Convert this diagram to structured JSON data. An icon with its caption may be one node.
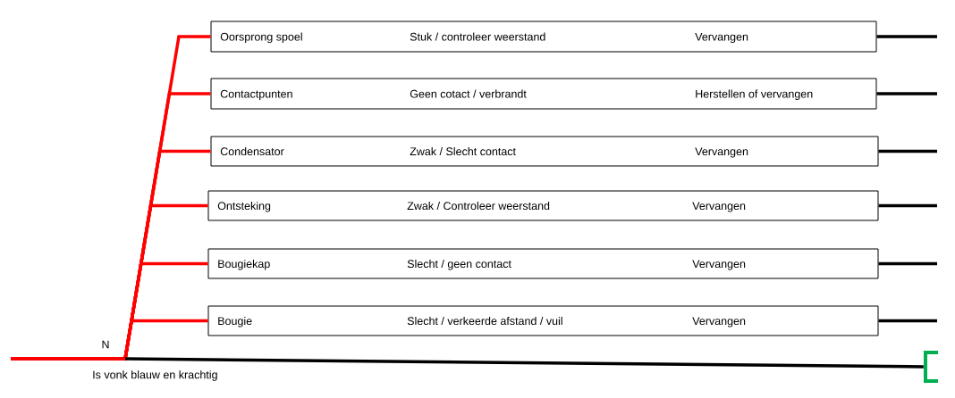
{
  "diagram": {
    "nodes": [
      {
        "text": [
          "Oorsprong spoel",
          "Stuk / controleer weerstand",
          "Vervangen"
        ]
      },
      {
        "text": [
          "Contactpunten",
          "Geen cotact / verbrandt",
          "Herstellen of vervangen"
        ]
      },
      {
        "text": [
          "Condensator",
          "Zwak / Slecht contact",
          "Vervangen"
        ]
      },
      {
        "text": [
          "Ontsteking",
          "Zwak / Controleer weerstand",
          "Vervangen"
        ]
      },
      {
        "text": [
          "Bougiekap",
          "Slecht / geen contact",
          "Vervangen"
        ]
      },
      {
        "text": [
          "Bougie",
          "Slecht / verkeerde afstand / vuil",
          "Vervangen"
        ]
      },
      {
        "text": [],
        "shape": "box"
      }
    ],
    "edges": [
      {
        "from": null,
        "to": 0,
        "arrow": "none",
        "color": "#ff0000"
      },
      {
        "from": null,
        "to": 1,
        "arrow": "none",
        "color": "#ff0000"
      },
      {
        "from": null,
        "to": 2,
        "arrow": "none",
        "color": "#ff0000"
      },
      {
        "from": null,
        "to": 3,
        "arrow": "none",
        "color": "#ff0000"
      },
      {
        "from": null,
        "to": 4,
        "arrow": "none",
        "color": "#ff0000"
      },
      {
        "from": null,
        "to": 5,
        "arrow": "none",
        "color": "#ff0000"
      },
      {
        "from": null,
        "to": 6,
        "arrow": "none"
      },
      {
        "from": 0,
        "to": null,
        "arrow": "none"
      },
      {
        "from": 1,
        "to": null,
        "arrow": "none"
      },
      {
        "from": 2,
        "to": null,
        "arrow": "none"
      },
      {
        "from": 3,
        "to": null,
        "arrow": "none"
      },
      {
        "from": 4,
        "to": null,
        "arrow": "none"
      },
      {
        "from": 5,
        "to": null,
        "arrow": "none"
      }
    ],
    "labels": [
      "N",
      "Is vonk blauw en krachtig"
    ]
  }
}
